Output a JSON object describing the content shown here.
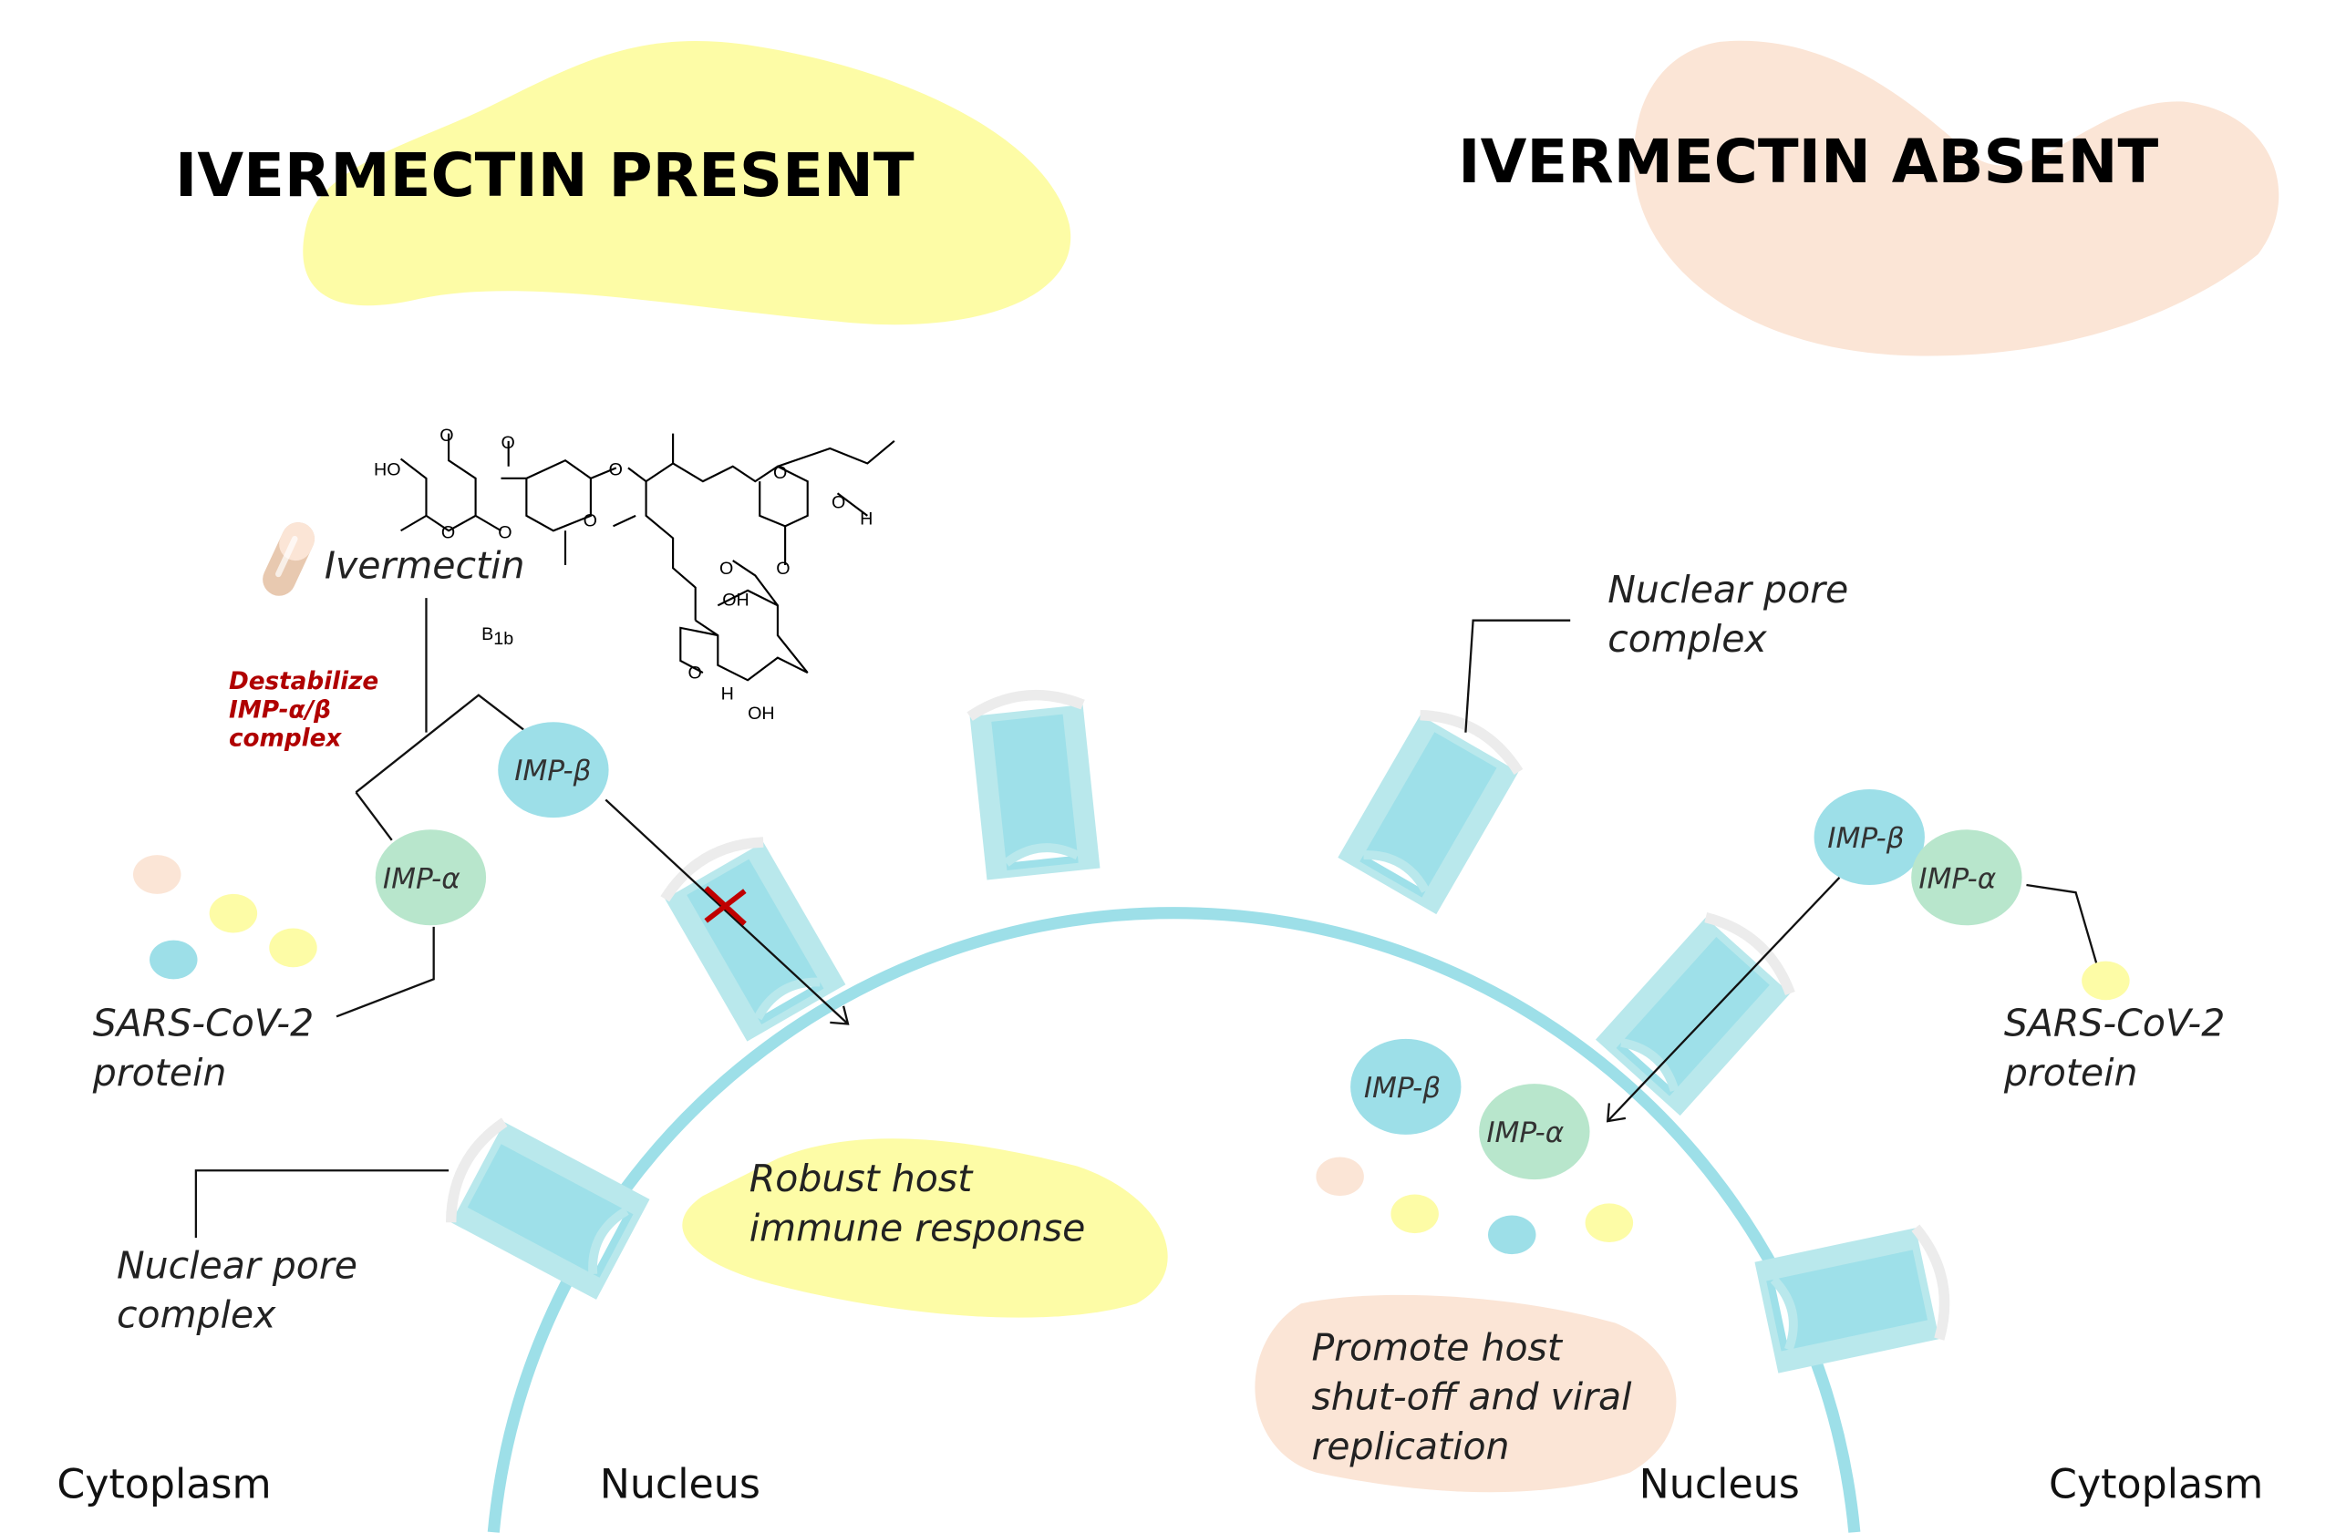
{
  "titles": {
    "present": "IVERMECTIN PRESENT",
    "absent": "IVERMECTIN ABSENT"
  },
  "colors": {
    "yellow_blob": "#fdfca6",
    "peach_blob": "#fbe5d6",
    "nucleus": "#9ddfe8",
    "imp_beta": "#9ddfe8",
    "imp_alpha": "#b8e6cc",
    "red_text": "#b00000",
    "pore_light": "#b9e8ec",
    "pore_dark": "#9ee0e9",
    "pore_rim": "#ececec"
  },
  "left": {
    "drug_label": "Ivermectin",
    "drug_icon": "capsule-icon",
    "molecule": {
      "subscript_label": "B",
      "subscript": "1b",
      "atoms": {
        "ho": "HO",
        "o": "O",
        "oh": "OH",
        "h": "H"
      }
    },
    "mechanism": [
      "Destabilize",
      "IMP-α/β",
      "complex"
    ],
    "imp_beta": "IMP-β",
    "imp_alpha": "IMP-α",
    "sars_label": [
      "SARS-CoV-2",
      "protein"
    ],
    "npc_label": [
      "Nuclear pore",
      "complex"
    ],
    "outcome": [
      "Robust host",
      "immune response"
    ],
    "blocked_icon": "red-x-icon"
  },
  "right": {
    "npc_label": [
      "Nuclear pore",
      "complex"
    ],
    "imp_beta": "IMP-β",
    "imp_alpha": "IMP-α",
    "sars_label": [
      "SARS-CoV-2",
      "protein"
    ],
    "nuclear_imp_beta": "IMP-β",
    "nuclear_imp_alpha": "IMP-α",
    "outcome": [
      "Promote host",
      "shut-off and viral",
      "replication"
    ]
  },
  "regions": {
    "left_outer": "Cytoplasm",
    "left_inner": "Nucleus",
    "right_inner": "Nucleus",
    "right_outer": "Cytoplasm"
  }
}
